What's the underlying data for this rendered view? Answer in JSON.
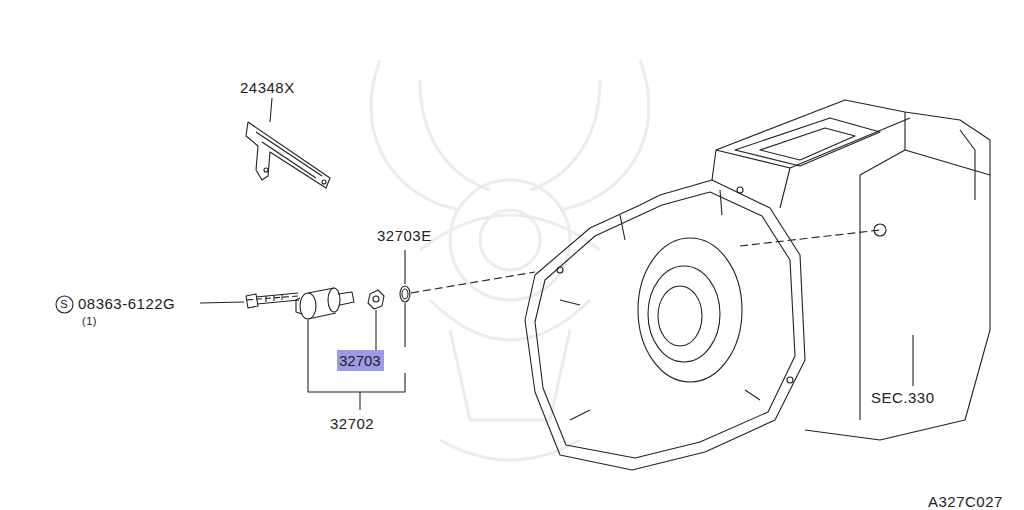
{
  "diagram": {
    "nodes": [
      {
        "text": [
          "S"
        ]
      },
      {
        "text": [
          "32703"
        ]
      }
    ],
    "labels": [
      "24348X",
      "32703E",
      "08363-6122G",
      "(1)",
      "32702",
      "SEC.330",
      "A327C027"
    ]
  }
}
